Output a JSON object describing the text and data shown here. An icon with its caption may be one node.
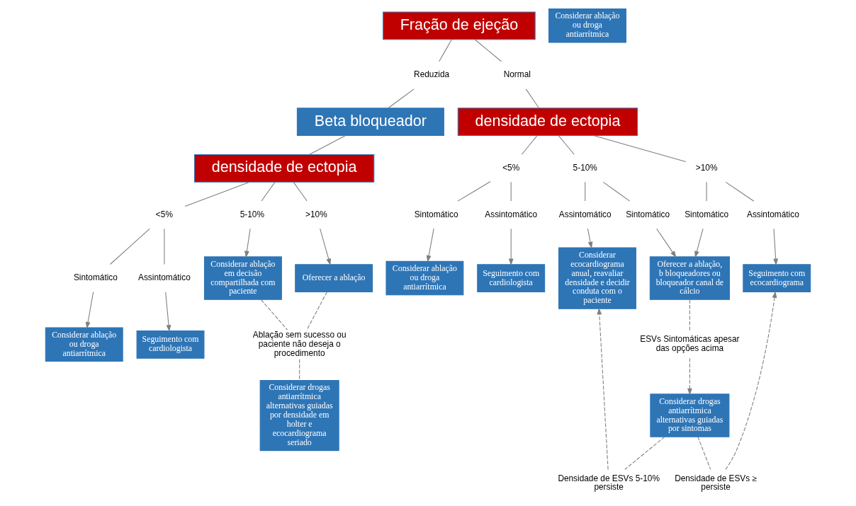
{
  "diagram": {
    "nodes": [
      {
        "text": [
          "Fração de ejeção"
        ]
      },
      {
        "text": [
          "Reduzida"
        ]
      },
      {
        "text": [
          "Beta bloqueador"
        ]
      },
      {
        "text": [
          "densidade de ectopia"
        ]
      },
      {
        "text": [
          "<5%"
        ]
      },
      {
        "text": [
          "5-10%"
        ]
      },
      {
        "text": [
          ">10%"
        ]
      },
      {
        "text": [
          "Sintomático"
        ]
      },
      {
        "text": [
          "Assintomático"
        ]
      },
      {
        "text": [
          "Considerar ablação ou droga antiarrítmica"
        ]
      },
      {
        "text": [
          "Seguimento com cardiologista"
        ]
      },
      {
        "text": [
          "Considerar ablação em decisão compartilhada com paciente"
        ]
      },
      {
        "text": [
          "Oferecer a ablação"
        ]
      },
      {
        "text": [
          "Ablação sem sucesso ou paciente não deseja o procedimento"
        ]
      },
      {
        "text": [
          "Considerar drogas antiarrítmica alternativas guiadas por densidade em holter e ecocardiograma seriado"
        ]
      },
      {
        "text": [
          "Normal"
        ]
      },
      {
        "text": [
          "densidade de ectopia"
        ]
      },
      {
        "text": [
          "<5%"
        ]
      },
      {
        "text": [
          "5-10%"
        ]
      },
      {
        "text": [
          ">10%"
        ]
      },
      {
        "text": [
          "Sintomático"
        ]
      },
      {
        "text": [
          "Assintomático"
        ]
      },
      {
        "text": [
          "Assintomático"
        ]
      },
      {
        "text": [
          "Sintomático"
        ]
      },
      {
        "text": [
          "Sintomático"
        ]
      },
      {
        "text": [
          "Assintomático"
        ]
      },
      {
        "text": [
          "Considerar ablação ou droga antiarrítmica"
        ]
      },
      {
        "text": [
          "Seguimento com cardiologista"
        ]
      },
      {
        "text": [
          "Considerar ecocardiograma anual, reavaliar densidade e decidir conduta com o paciente"
        ]
      },
      {
        "text": [
          "Oferecer a ablação, b bloqueadores ou bloqueador canal de cálcio"
        ]
      },
      {
        "text": [
          "Seguimento com ecocardiograma"
        ]
      },
      {
        "text": [
          "Considerar ablação ou droga antiarrítmica"
        ]
      },
      {
        "text": [
          "ESVs Sintomáticas apesar das opções acima"
        ]
      },
      {
        "text": [
          "Considerar drogas antiarrítmica alternativas guiadas por sintomas"
        ]
      },
      {
        "text": [
          "Densidade de ESVs 5-10% persiste"
        ]
      },
      {
        "text": [
          "Densidade de ESVs ≥ persiste"
        ]
      }
    ],
    "edges": [
      {
        "from": 0,
        "to": 1,
        "arrow": "none"
      },
      {
        "from": 1,
        "to": 2,
        "arrow": "none"
      },
      {
        "from": 2,
        "to": 3,
        "arrow": "none"
      },
      {
        "from": 3,
        "to": 4,
        "arrow": "none"
      },
      {
        "from": 3,
        "to": 5,
        "arrow": "none"
      },
      {
        "from": 3,
        "to": 6,
        "arrow": "none"
      },
      {
        "from": 4,
        "to": 7,
        "arrow": "none"
      },
      {
        "from": 4,
        "to": 8,
        "arrow": "none"
      },
      {
        "from": 7,
        "to": 9,
        "arrow": "to"
      },
      {
        "from": 8,
        "to": 10,
        "arrow": "to"
      },
      {
        "from": 5,
        "to": 11,
        "arrow": "to"
      },
      {
        "from": 6,
        "to": 12,
        "arrow": "to"
      },
      {
        "from": 11,
        "to": 13,
        "arrow": "none",
        "style": "dashed"
      },
      {
        "from": 12,
        "to": 13,
        "arrow": "none",
        "style": "dashed"
      },
      {
        "from": 13,
        "to": 14,
        "arrow": "none",
        "style": "dashed"
      },
      {
        "from": 0,
        "to": 15,
        "arrow": "none"
      },
      {
        "from": 15,
        "to": 16,
        "arrow": "none"
      },
      {
        "from": 16,
        "to": 17,
        "arrow": "none"
      },
      {
        "from": 16,
        "to": 18,
        "arrow": "none"
      },
      {
        "from": 16,
        "to": 19,
        "arrow": "none"
      },
      {
        "from": 17,
        "to": 20,
        "arrow": "none"
      },
      {
        "from": 17,
        "to": 21,
        "arrow": "none"
      },
      {
        "from": 18,
        "to": 22,
        "arrow": "none"
      },
      {
        "from": 18,
        "to": 23,
        "arrow": "none"
      },
      {
        "from": 19,
        "to": 24,
        "arrow": "none"
      },
      {
        "from": 19,
        "to": 25,
        "arrow": "none"
      },
      {
        "from": 20,
        "to": 26,
        "arrow": "to"
      },
      {
        "from": 21,
        "to": 27,
        "arrow": "to"
      },
      {
        "from": 22,
        "to": 28,
        "arrow": "to"
      },
      {
        "from": 23,
        "to": 29,
        "arrow": "to"
      },
      {
        "from": 24,
        "to": 29,
        "arrow": "to"
      },
      {
        "from": 25,
        "to": 30,
        "arrow": "to"
      },
      {
        "from": 29,
        "to": 32,
        "arrow": "none",
        "style": "dashed"
      },
      {
        "from": 32,
        "to": 33,
        "arrow": "to",
        "style": "dashed"
      },
      {
        "from": 33,
        "to": 34,
        "arrow": "none",
        "style": "dashed"
      },
      {
        "from": 34,
        "to": 28,
        "arrow": "to",
        "style": "dashed"
      },
      {
        "from": 33,
        "to": 35,
        "arrow": "none",
        "style": "dashed"
      },
      {
        "from": 35,
        "to": 30,
        "arrow": "to",
        "style": "dashed"
      }
    ]
  }
}
